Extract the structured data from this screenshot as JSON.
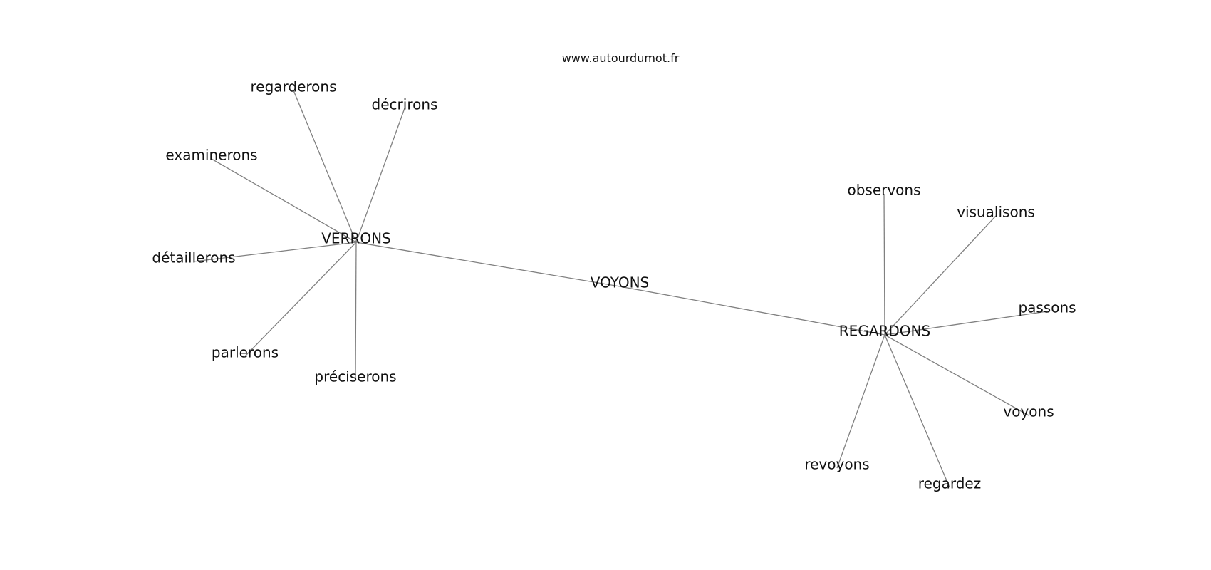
{
  "watermark": "www.autourdumot.fr",
  "graph": {
    "nodes": [
      {
        "id": "voyons_center",
        "label": "VOYONS"
      },
      {
        "id": "verrons",
        "label": "VERRONS"
      },
      {
        "id": "regardons",
        "label": "REGARDONS"
      },
      {
        "id": "regarderons",
        "label": "regarderons"
      },
      {
        "id": "decrirons",
        "label": "décrirons"
      },
      {
        "id": "examinerons",
        "label": "examinerons"
      },
      {
        "id": "detaillerons",
        "label": "détaillerons"
      },
      {
        "id": "parlerons",
        "label": "parlerons"
      },
      {
        "id": "preciserons",
        "label": "préciserons"
      },
      {
        "id": "observons",
        "label": "observons"
      },
      {
        "id": "visualisons",
        "label": "visualisons"
      },
      {
        "id": "passons",
        "label": "passons"
      },
      {
        "id": "voyons",
        "label": "voyons"
      },
      {
        "id": "revoyons",
        "label": "revoyons"
      },
      {
        "id": "regardez",
        "label": "regardez"
      }
    ],
    "edges": [
      [
        "verrons",
        "voyons_center"
      ],
      [
        "voyons_center",
        "regardons"
      ],
      [
        "verrons",
        "regarderons"
      ],
      [
        "verrons",
        "decrirons"
      ],
      [
        "verrons",
        "examinerons"
      ],
      [
        "verrons",
        "detaillerons"
      ],
      [
        "verrons",
        "parlerons"
      ],
      [
        "verrons",
        "preciserons"
      ],
      [
        "regardons",
        "observons"
      ],
      [
        "regardons",
        "visualisons"
      ],
      [
        "regardons",
        "passons"
      ],
      [
        "regardons",
        "voyons"
      ],
      [
        "regardons",
        "revoyons"
      ],
      [
        "regardons",
        "regardez"
      ]
    ]
  }
}
